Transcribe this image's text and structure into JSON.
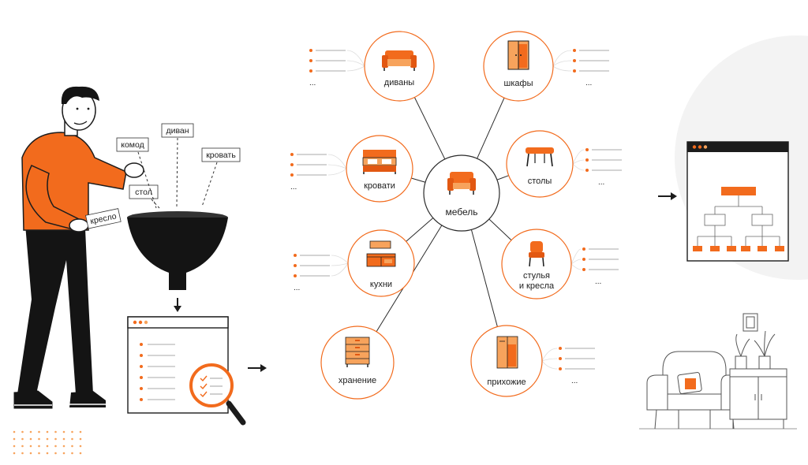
{
  "colors": {
    "accent": "#F26B1D",
    "accent_light": "#F7A35C",
    "ink": "#1c1c1c",
    "soft_gray": "#f4f4f4"
  },
  "keywords": [
    "комод",
    "диван",
    "кровать",
    "стол",
    "кресло"
  ],
  "hub": {
    "label": "мебель",
    "icon": "armchair-icon"
  },
  "categories": [
    {
      "id": "divany",
      "label": "диваны",
      "icon": "sofa-icon"
    },
    {
      "id": "shkafy",
      "label": "шкафы",
      "icon": "wardrobe-icon"
    },
    {
      "id": "krovati",
      "label": "кровати",
      "icon": "bed-icon"
    },
    {
      "id": "stoly",
      "label": "столы",
      "icon": "table-icon"
    },
    {
      "id": "kuhni",
      "label": "кухни",
      "icon": "kitchen-icon"
    },
    {
      "id": "stulya",
      "label_line1": "стулья",
      "label_line2": "и кресла",
      "icon": "chair-icon"
    },
    {
      "id": "hranenie",
      "label": "хранение",
      "icon": "drawers-icon"
    },
    {
      "id": "prihozhie",
      "label": "прихожие",
      "icon": "hallway-cabinet-icon"
    }
  ],
  "ellipsis": "..."
}
